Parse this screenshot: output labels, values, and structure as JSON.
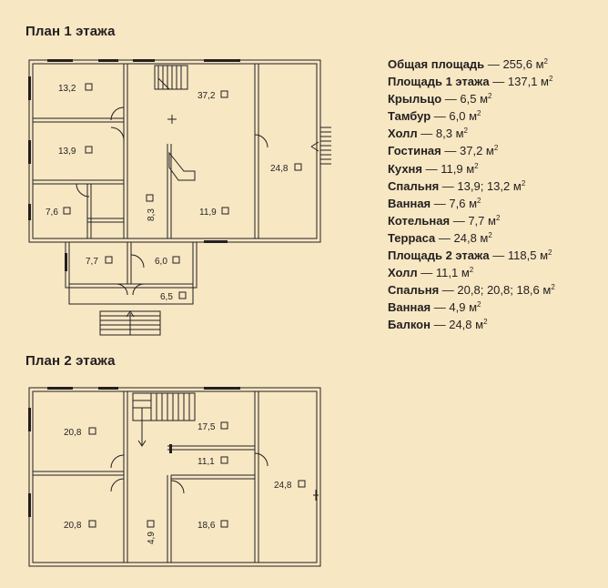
{
  "plan1": {
    "title": "План 1 этажа",
    "rooms": [
      {
        "name": "bedroom-13-2",
        "value": "13,2"
      },
      {
        "name": "living-37-2",
        "value": "37,2"
      },
      {
        "name": "bedroom-13-9",
        "value": "13,9"
      },
      {
        "name": "terrace-24-8",
        "value": "24,8"
      },
      {
        "name": "bathroom-7-6",
        "value": "7,6"
      },
      {
        "name": "hall-8-3",
        "value": "8,3"
      },
      {
        "name": "kitchen-11-9",
        "value": "11,9"
      },
      {
        "name": "boiler-7-7",
        "value": "7,7"
      },
      {
        "name": "vestibule-6-0",
        "value": "6,0"
      },
      {
        "name": "porch-6-5",
        "value": "6,5"
      }
    ]
  },
  "plan2": {
    "title": "План 2 этажа",
    "rooms": [
      {
        "name": "bedroom-20-8-a",
        "value": "20,8"
      },
      {
        "name": "bedroom-17-5",
        "value": "17,5"
      },
      {
        "name": "hall-11-1",
        "value": "11,1"
      },
      {
        "name": "balcony-24-8",
        "value": "24,8"
      },
      {
        "name": "bedroom-20-8-b",
        "value": "20,8"
      },
      {
        "name": "bathroom-4-9",
        "value": "4,9"
      },
      {
        "name": "bedroom-18-6",
        "value": "18,6"
      }
    ]
  },
  "legend": [
    {
      "label": "Общая площадь",
      "value": "255,6 м",
      "unit_sup": "2"
    },
    {
      "label": "Площадь 1 этажа",
      "value": "137,1 м",
      "unit_sup": "2"
    },
    {
      "label": "Крыльцо",
      "value": "6,5 м",
      "unit_sup": "2"
    },
    {
      "label": "Тамбур",
      "value": "6,0 м",
      "unit_sup": "2"
    },
    {
      "label": "Холл",
      "value": "8,3 м",
      "unit_sup": "2"
    },
    {
      "label": "Гостиная",
      "value": "37,2 м",
      "unit_sup": "2"
    },
    {
      "label": "Кухня",
      "value": "11,9 м",
      "unit_sup": "2"
    },
    {
      "label": "Спальня",
      "value": "13,9; 13,2 м",
      "unit_sup": "2"
    },
    {
      "label": "Ванная",
      "value": "7,6 м",
      "unit_sup": "2"
    },
    {
      "label": "Котельная",
      "value": "7,7 м",
      "unit_sup": "2"
    },
    {
      "label": "Терраса",
      "value": "24,8 м",
      "unit_sup": "2"
    },
    {
      "label": "Площадь 2 этажа",
      "value": "118,5 м",
      "unit_sup": "2"
    },
    {
      "label": "Холл",
      "value": "11,1 м",
      "unit_sup": "2"
    },
    {
      "label": "Спальня",
      "value": "20,8; 20,8; 18,6 м",
      "unit_sup": "2"
    },
    {
      "label": "Ванная",
      "value": "4,9 м",
      "unit_sup": "2"
    },
    {
      "label": "Балкон",
      "value": "24,8 м",
      "unit_sup": "2"
    }
  ],
  "legend_separator": "—"
}
